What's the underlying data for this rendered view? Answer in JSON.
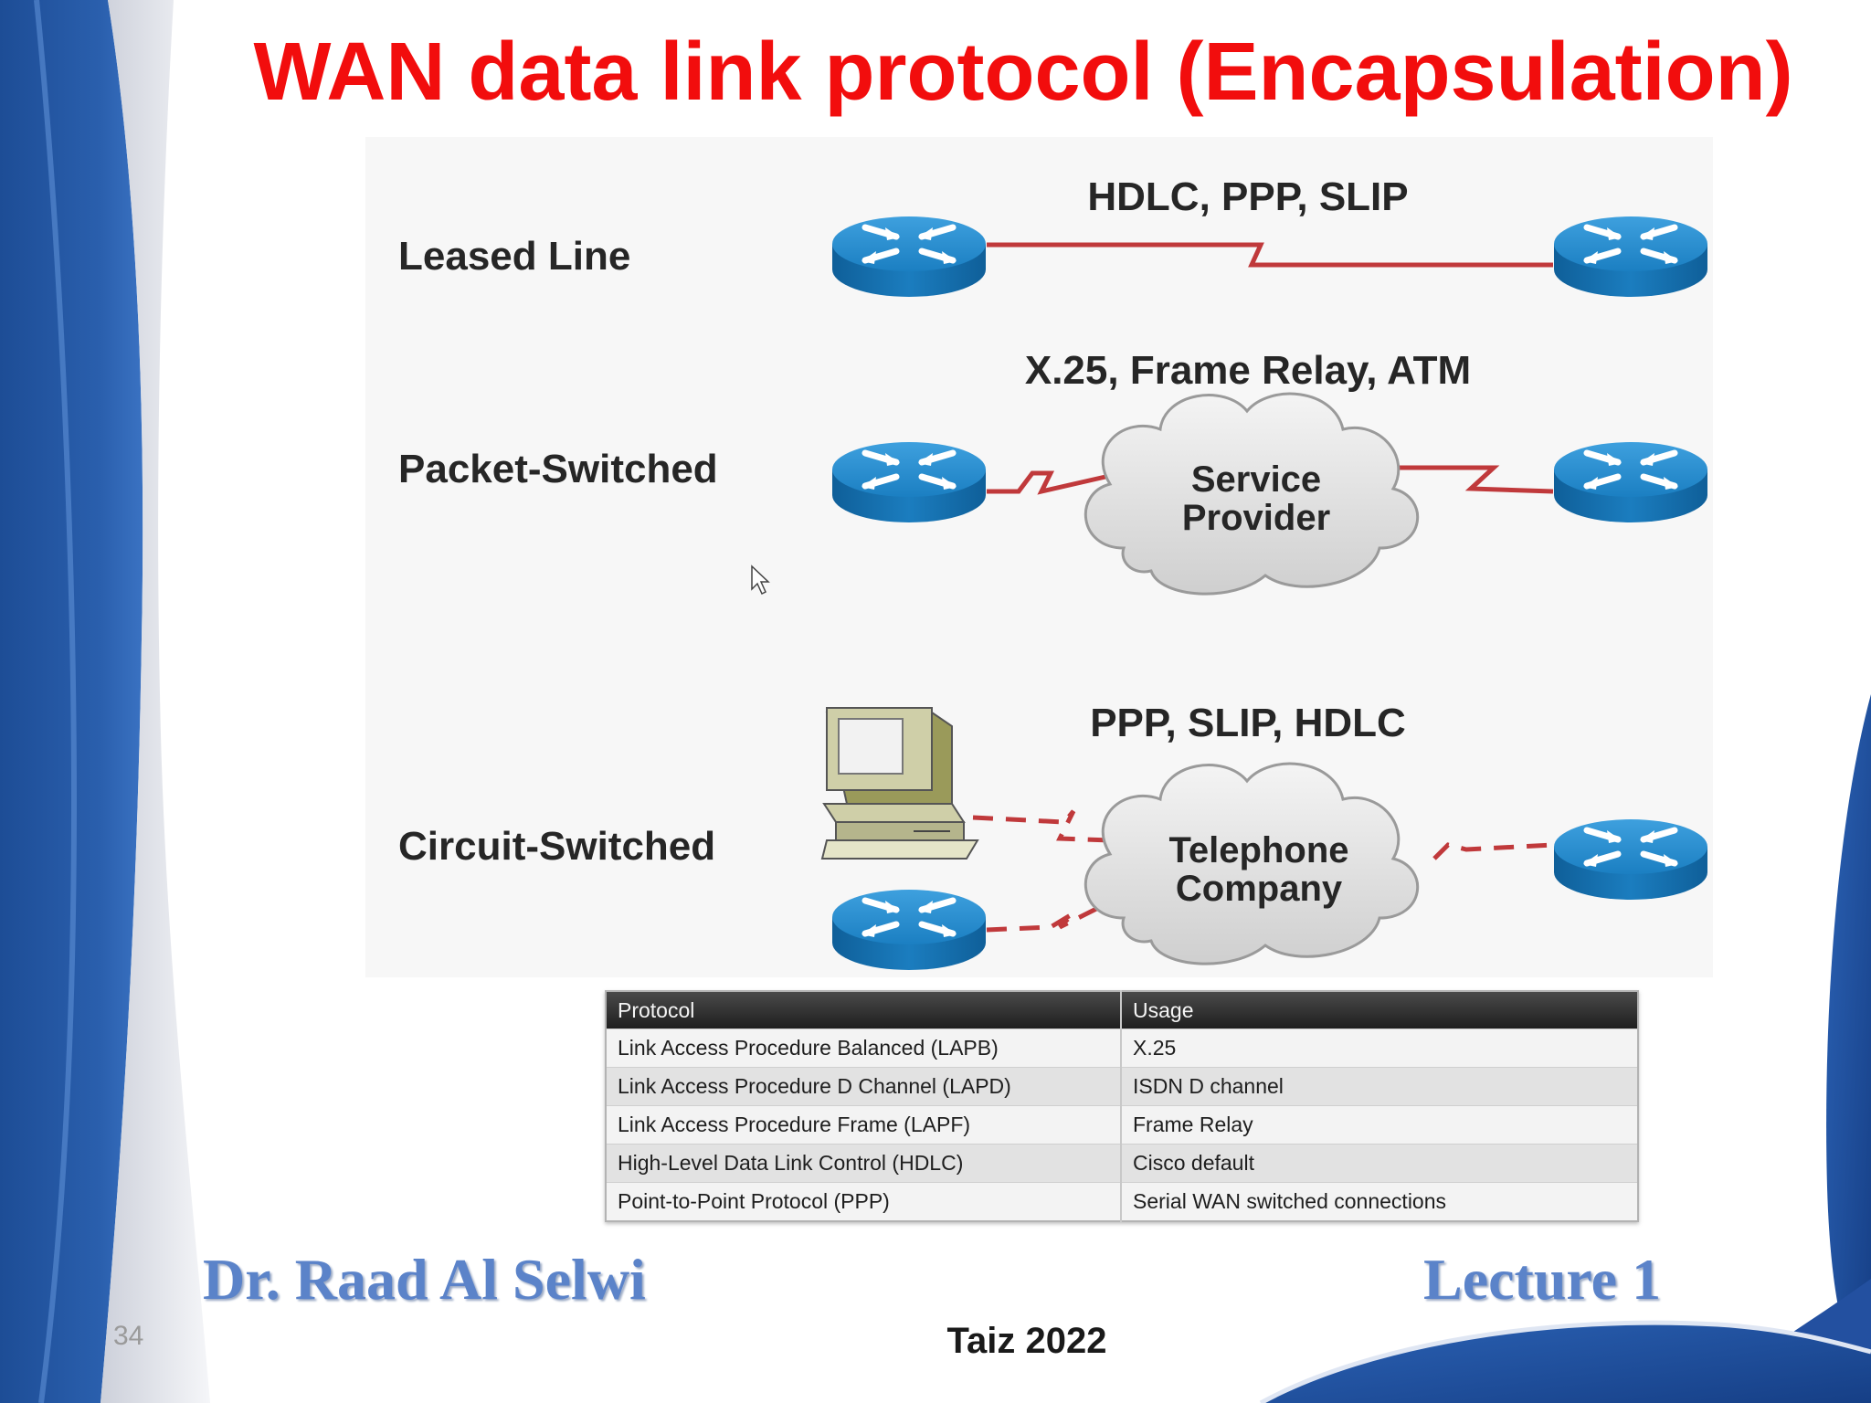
{
  "slide": {
    "title": "WAN data link protocol (Encapsulation)",
    "number": "34"
  },
  "diagram": {
    "rows": [
      {
        "label": "Leased Line",
        "protocols": "HDLC, PPP, SLIP"
      },
      {
        "label": "Packet-Switched",
        "protocols": "X.25, Frame Relay, ATM",
        "cloud_line1": "Service",
        "cloud_line2": "Provider"
      },
      {
        "label": "Circuit-Switched",
        "protocols": "PPP, SLIP, HDLC",
        "cloud_line1": "Telephone",
        "cloud_line2": "Company"
      }
    ],
    "icons": [
      "router-icon",
      "cloud-icon",
      "computer-icon",
      "mouse-cursor-icon"
    ]
  },
  "table": {
    "headers": [
      "Protocol",
      "Usage"
    ],
    "rows": [
      [
        "Link Access Procedure Balanced (LAPB)",
        "X.25"
      ],
      [
        "Link Access Procedure D Channel (LAPD)",
        "ISDN D channel"
      ],
      [
        "Link Access Procedure Frame (LAPF)",
        "Frame Relay"
      ],
      [
        "High-Level Data Link Control (HDLC)",
        "Cisco default"
      ],
      [
        "Point-to-Point Protocol (PPP)",
        "Serial WAN switched connections"
      ]
    ]
  },
  "footer": {
    "author": "Dr. Raad Al Selwi",
    "lecture": "Lecture 1",
    "place": "Taiz 2022"
  },
  "colors": {
    "title": "#f20d0d",
    "link_line": "#c0393b",
    "router_blue": "#1f86c9",
    "theme_blue": "#2e5aa6",
    "footer_text": "#5b83c9"
  }
}
